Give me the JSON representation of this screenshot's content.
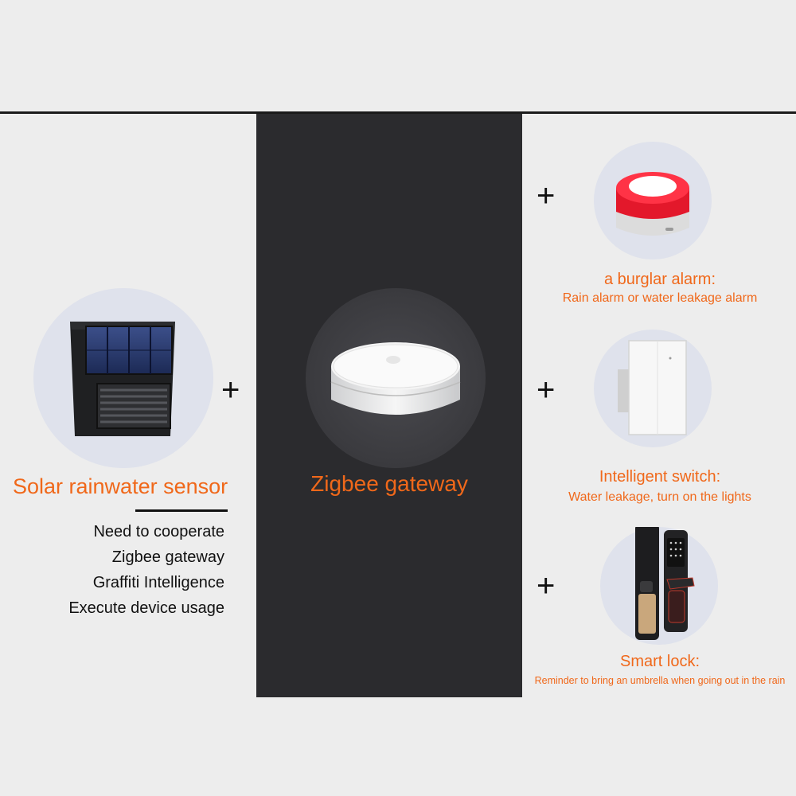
{
  "sensor": {
    "title": "Solar rainwater sensor",
    "description": [
      "Need to cooperate",
      "Zigbee gateway",
      "Graffiti Intelligence",
      "Execute device usage"
    ]
  },
  "gateway": {
    "title": "Zigbee gateway"
  },
  "devices": [
    {
      "title": "a burglar alarm:",
      "subtitle": "Rain alarm or water leakage alarm"
    },
    {
      "title": "Intelligent switch:",
      "subtitle": "Water leakage, turn on the lights"
    },
    {
      "title": "Smart lock:",
      "subtitle": "Reminder to bring an umbrella when going out in the rain"
    }
  ],
  "plus_symbol": "+",
  "colors": {
    "accent": "#f0681a",
    "panel": "#2b2b2e",
    "background": "#ededed",
    "circle": "#dfe2ec"
  }
}
